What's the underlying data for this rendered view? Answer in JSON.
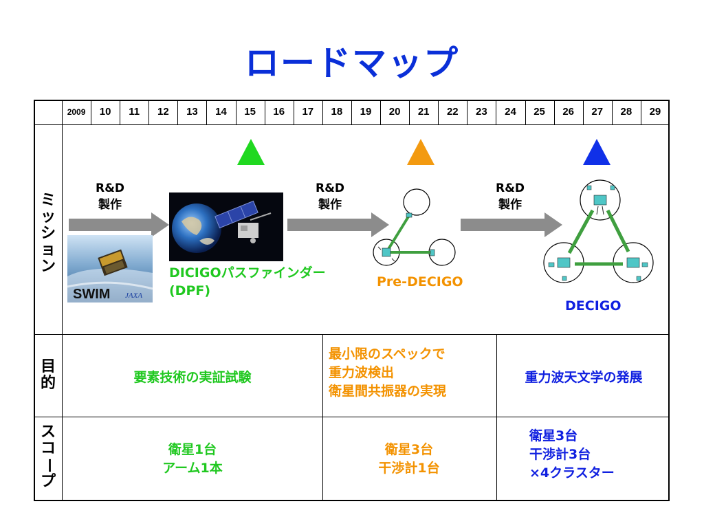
{
  "title": "ロードマップ",
  "colors": {
    "title": "#0a2fd8",
    "green": "#20c820",
    "orange": "#f39200",
    "blue": "#1020e0",
    "arrow_gray": "#8c8c8c"
  },
  "timeline": {
    "years": [
      "2009",
      "10",
      "11",
      "12",
      "13",
      "14",
      "15",
      "16",
      "17",
      "18",
      "19",
      "20",
      "21",
      "22",
      "23",
      "24",
      "25",
      "26",
      "27",
      "28",
      "29"
    ]
  },
  "rows": {
    "mission": "ミッション",
    "purpose": "目的",
    "scope": "スコープ"
  },
  "mission": {
    "rd_label_1": "R&D",
    "rd_label_2": "製作",
    "swim_text": "SWIM",
    "jaxa_text": "JAXA",
    "dpf_name": "DICIGOパスファインダー",
    "dpf_abbrev": "(DPF)",
    "pre_decigo_name": "Pre-DECIGO",
    "decigo_name": "DECIGO",
    "triangle_icons": [
      "green-triangle-icon",
      "orange-triangle-icon",
      "blue-triangle-icon"
    ]
  },
  "purpose": {
    "dpf": "要素技術の実証試験",
    "pre_decigo": [
      "最小限のスペックで",
      "重力波検出",
      "衛星間共振器の実現"
    ],
    "decigo": "重力波天文学の発展"
  },
  "scope": {
    "dpf": [
      "衛星1台",
      "アーム1本"
    ],
    "pre_decigo": [
      "衛星3台",
      "干渉計1台"
    ],
    "decigo": [
      "衛星3台",
      "干渉計3台",
      "×4クラスター"
    ]
  }
}
